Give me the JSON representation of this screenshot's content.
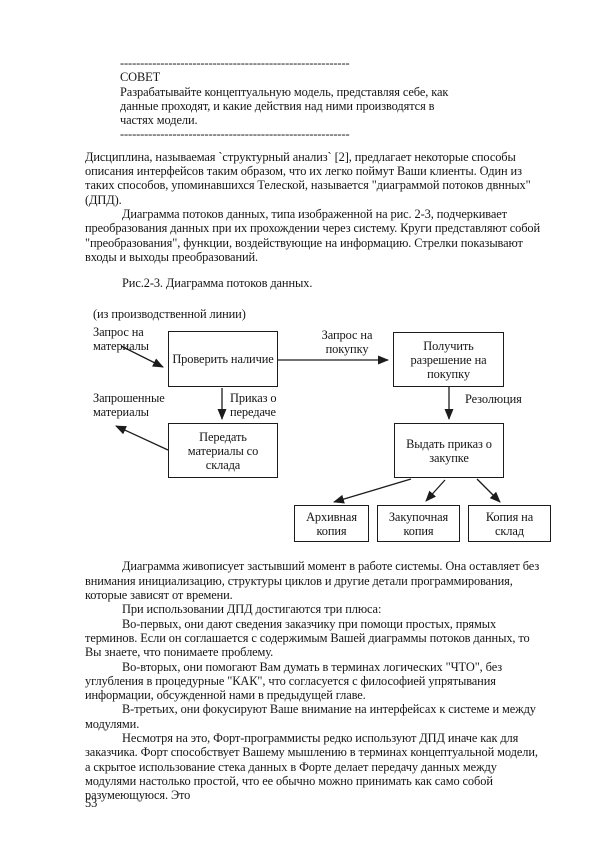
{
  "colors": {
    "ink": "#161616",
    "paper": "#ffffff"
  },
  "page": {
    "number": "53"
  },
  "tip": {
    "dashes": "---------------------------------------------------------",
    "title": "СОВЕТ",
    "body": "Разрабатывайте концептуальную модель, представляя себе, как данные проходят, и какие действия над ними производятся в частях модели."
  },
  "paragraphs": {
    "p1": "Дисциплина, называемая `структурный анализ` [2], предлагает некоторые способы описания интерфейсов таким образом, что их легко поймут Ваши клиенты. Один из таких способов, упоминавшихся Телеской, называется \"диаграммой потоков двнных\" (ДПД).",
    "p2": "Диаграмма потоков данных, типа изображенной на рис. 2-3, подчеркивает преобразования данных при их прохождении через систему. Круги представляют собой \"преобразования\", функции, воздействующие на информацию. Стрелки показывают входы и выходы преобразований.",
    "caption": "Рис.2-3. Диаграмма потоков данных.",
    "p3": "Диаграмма живописует застывший момент в работе системы. Она оставляет без внимания инициализацию, структуры циклов и другие детали программирования, которые зависят от времени.",
    "p4": "При использовании ДПД достигаются три плюса:",
    "p5": "Во-первых, они дают сведения заказчику при помощи простых, прямых терминов. Если он соглашается с содержимым Вашей диаграммы потоков данных, то Вы знаете, что понимаете проблему.",
    "p6": "Во-вторых, они помогают Вам думать в терминах логических \"ЧТО\", без углубления в процедурные \"КАК\", что согласуется с философией упрятывания информации, обсужденной нами в предыдущей главе.",
    "p7": "В-третьих, они фокусируют Ваше внимание на интерфейсах к системе и между модулями.",
    "p8": "Несмотря на это, Форт-программисты редко используют ДПД иначе как для заказчика. Форт способствует Вашему мышлению в терминах концептуальной модели, а скрытое использование стека данных в Форте делает передачу данных между модулями настолько простой, что ее обычно можно принимать как само собой разумеющуюся. Это"
  },
  "diagram": {
    "source_note": "(из производственной линии)",
    "boxes": {
      "check": "Проверить наличие",
      "permission": "Получить разрешение на покупку",
      "transfer": "Передать материалы со склада",
      "order": "Выдать приказ о закупке",
      "archive": "Архивная копия",
      "purchase": "Закупочная копия",
      "warehouse": "Копия на склад"
    },
    "labels": {
      "request_materials": "Запрос на материалы",
      "request_purchase": "Запрос на покупку",
      "requested_materials": "Запрошенные материалы",
      "transfer_order": "Приказ о передаче",
      "resolution": "Резолюция"
    }
  }
}
